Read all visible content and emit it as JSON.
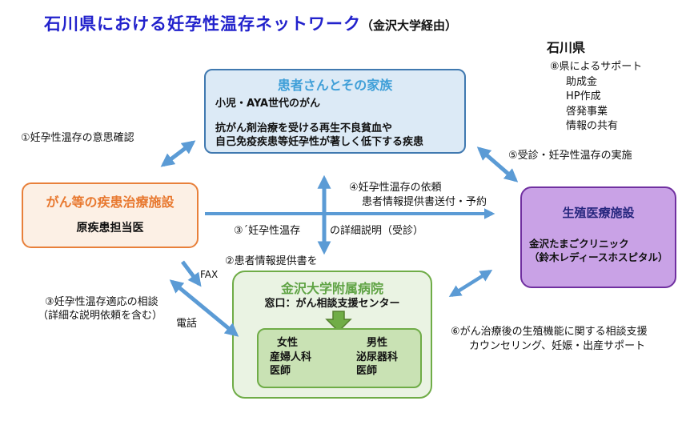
{
  "title": {
    "main": "石川県における妊孕性温存ネットワーク",
    "sub": "（金沢大学経由）"
  },
  "boxes": {
    "patients": {
      "header": "患者さんとその家族",
      "line1": "小児・AYA世代のがん",
      "line2": "抗がん剤治療を受ける再生不良貧血や",
      "line3": "自己免疫疾患等妊孕性が著しく低下する疾患"
    },
    "treatment": {
      "header": "がん等の疾患治療施設",
      "body": "原疾患担当医"
    },
    "reproductive": {
      "header": "生殖医療施設",
      "line1": "金沢たまごクリニック",
      "line2": "（鈴木レディースホスピタル）"
    },
    "university": {
      "header": "金沢大学附属病院",
      "sub": "窓口：がん相談支援センター",
      "female": {
        "title": "女性",
        "dept": "産婦人科",
        "role": "医師"
      },
      "male": {
        "title": "男性",
        "dept": "泌尿器科",
        "role": "医師"
      }
    }
  },
  "prefecture": {
    "name": "石川県",
    "support_title": "⑧県によるサポート",
    "items": [
      "助成金",
      "HP作成",
      "啓発事業",
      "情報の共有"
    ]
  },
  "labels": {
    "l1": "①妊孕性温存の意思確認",
    "l2": "②患者情報提供書を",
    "l2_sub": "FAX",
    "l3_line1": "③妊孕性温存適応の相談",
    "l3_line2": "（詳細な説明依頼を含む）",
    "l3_sub": "電話",
    "l3b_part1": "③´妊孕性温存",
    "l3b_part2": "の詳細説明（受診）",
    "l4_line1": "④妊孕性温存の依頼",
    "l4_line2": "患者情報提供書送付・予約",
    "l5": "⑤受診・妊孕性温存の実施",
    "l6_line1": "⑥がん治療後の生殖機能に関する相談支援",
    "l6_line2": "カウンセリング、妊娠・出産サポート"
  },
  "colors": {
    "title": "#2222CC",
    "arrow": "#5B9BD5",
    "patients_header": "#3F9FD8",
    "patients_border": "#4079B0",
    "treatment_accent": "#E87930",
    "reproductive_fill": "#C9A2E6",
    "reproductive_border": "#7030A0",
    "university_accent": "#5FA344",
    "green_arrow": "#70AD47"
  }
}
